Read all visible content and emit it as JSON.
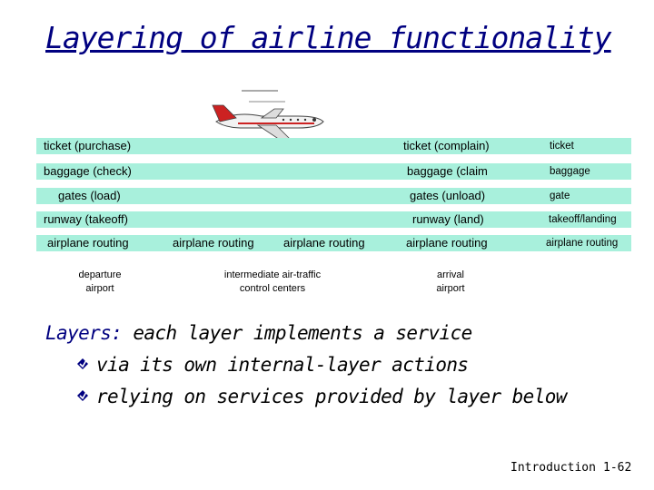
{
  "title": "Layering of airline functionality",
  "rows": [
    {
      "left": "ticket (purchase)",
      "right": "ticket (complain)",
      "service": "ticket"
    },
    {
      "left": "baggage (check)",
      "right": "baggage (claim",
      "service": "baggage"
    },
    {
      "left": "gates (load)",
      "right": "gates (unload)",
      "service": "gate"
    },
    {
      "left": "runway (takeoff)",
      "right": "runway (land)",
      "service": "takeoff/landing"
    },
    {
      "left": "airplane routing",
      "mid1": "airplane routing",
      "mid2": "airplane routing",
      "right": "airplane routing",
      "service": "airplane routing"
    }
  ],
  "captions": {
    "departure": [
      "departure",
      "airport"
    ],
    "intermediate": [
      "intermediate air-traffic",
      "control centers"
    ],
    "arrival": [
      "arrival",
      "airport"
    ]
  },
  "layers": {
    "keyword": "Layers:",
    "text": " each layer implements a service",
    "bullets": [
      "via its own internal-layer actions",
      "relying on services provided by layer below"
    ]
  },
  "footer": {
    "section": "Introduction",
    "page": "1-62"
  },
  "colors": {
    "title": "#000080",
    "band": "#a8f0dc"
  },
  "icons": {
    "airplane": "airplane-icon",
    "bullet": "diamond-bullet-icon"
  }
}
